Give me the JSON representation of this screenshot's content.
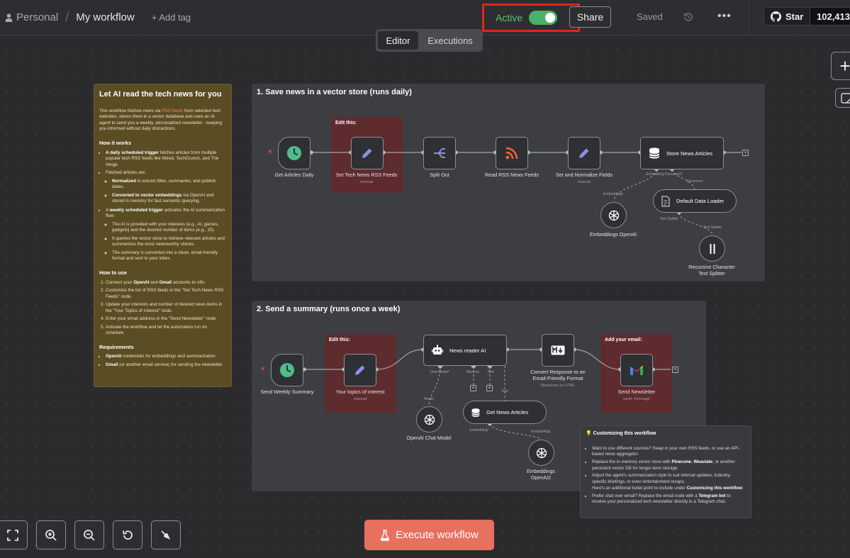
{
  "header": {
    "project": "Personal",
    "separator": "/",
    "workflow_name": "My workflow",
    "add_tag": "+ Add tag",
    "active_label": "Active",
    "share": "Share",
    "saved": "Saved",
    "github_star": "Star",
    "github_count": "102,413"
  },
  "tabs": {
    "editor": "Editor",
    "executions": "Executions"
  },
  "sticky": {
    "title": "Let AI read the tech news for you",
    "intro_a": "This workflow fetches news via ",
    "intro_link": "RSS feeds",
    "intro_b": " from selected tech websites, stores them in a vector database and uses an AI agent to send you a weekly, personalized newsletter - keeping you informed without daily distractions.",
    "how_works": "How it works",
    "hw1_bold": "A daily scheduled trigger",
    "hw1": " fetches articles from multiple popular tech RSS feeds like Wired, TechCrunch, and The Verge.",
    "hw2": "Fetched articles are:",
    "hw2a_bold": "Normalized",
    "hw2a": " to extract titles, summaries, and publish dates.",
    "hw2b_bold": "Converted to vector embeddings",
    "hw2b": " via OpenAI and stored in memory for fast semantic querying.",
    "hw3_a": "A ",
    "hw3_bold": "weekly scheduled trigger",
    "hw3": " activates the AI summarization flow:",
    "hw3a": "The AI is provided with your interests (e.g., AI, games, gadgets) and the desired number of items (e.g., 15).",
    "hw3b": "It queries the vector store to retrieve relevant articles and summarizes the most newsworthy stories.",
    "hw3c": "The summary is converted into a clean, email-friendly format and sent to your inbox.",
    "how_use": "How to use",
    "hu1_a": "Connect your ",
    "hu1_b1": "OpenAI",
    "hu1_and": " and ",
    "hu1_b2": "Gmail",
    "hu1_c": " accounts to n8n.",
    "hu2": "Customize the list of RSS feeds in the \"Set Tech News RSS Feeds\" node.",
    "hu3": "Update your interests and number of desired news items in the \"Your Topics of Interest\" node.",
    "hu4": "Enter your email address in the \"Send Newsletter\" node.",
    "hu5": "Activate the workflow and let the automation run on schedule.",
    "requirements": "Requirements",
    "rq1_bold": "OpenAI",
    "rq1": " credentials for embeddings and summarization",
    "rq2_bold": "Gmail",
    "rq2": " (or another email service) for sending the newsletter"
  },
  "section1": {
    "title": "1. Save news in a vector store (runs daily)",
    "edit_label": "Edit this:",
    "nodes": {
      "get_articles": "Get Articles Daily",
      "set_feeds": "Set Tech News RSS Feeds",
      "set_feeds_sub": "manual",
      "split_out": "Split Out",
      "read_rss": "Read RSS News Feeds",
      "normalize": "Set and Normalize Fields",
      "normalize_sub": "manual",
      "store": "Store News Articles",
      "embeddings": "Embeddings OpenAI",
      "loader": "Default Data Loader",
      "splitter_l1": "Recursive Character",
      "splitter_l2": "Text Splitter"
    },
    "ports": {
      "embedding": "Embedding",
      "document": "Document",
      "embeddings": "Embeddings",
      "text_splitter_out": "Text Splitter",
      "text_splitter_in": "Text Splitter",
      "document_top": "Embedding Document*"
    }
  },
  "section2": {
    "title": "2. Send a summary (runs once a week)",
    "edit_label": "Edit this:",
    "email_label": "Add your email:",
    "nodes": {
      "weekly": "Send Weekly Summary",
      "topics": "Your topics of interest",
      "topics_sub": "manual",
      "agent": "News reader AI",
      "convert_l1": "Convert Response to an",
      "convert_l2": "Email-Friendly Format",
      "convert_sub": "Markdown to HTML",
      "send": "Send Newsletter",
      "send_sub": "send: message",
      "chat_model": "OpenAI Chat Model",
      "get_news": "Get News Articles",
      "emb2_l1": "Embeddings",
      "emb2_l2": "OpenAI2"
    },
    "ports": {
      "chat_model": "Chat Model*",
      "memory": "Memory",
      "tool": "Tool",
      "model": "Model",
      "tool_in": "Tool",
      "embedding": "Embedding*",
      "embeddings": "Embeddings"
    }
  },
  "tips": {
    "title": "💡 Customizing this workflow",
    "t1": "Want to use different sources? Swap in your own RSS feeds, or use an API-based news aggregator.",
    "t2_a": "Replace the in-memory vector store with ",
    "t2_b1": "Pinecone",
    "t2_c": ", ",
    "t2_b2": "Weaviate",
    "t2_d": ", or another persistent vector DB for longer-term storage.",
    "t3_a": "Adjust the agent's summarization style to suit internal updates, industry-specific briefings, or even entertainment recaps.",
    "t3_b": "Here's an additional bullet point to include under ",
    "t3_bold": "Customizing this workflow",
    "t3_c": ":",
    "t4_a": "Prefer chat over email? Replace the email node with a ",
    "t4_bold": "Telegram bot",
    "t4_b": " to receive your personalized tech newsletter directly in a Telegram chat."
  },
  "footer": {
    "execute": "Execute workflow"
  },
  "colors": {
    "accent": "#e8705f",
    "active": "#4caf6a",
    "highlight": "#e0261d"
  }
}
